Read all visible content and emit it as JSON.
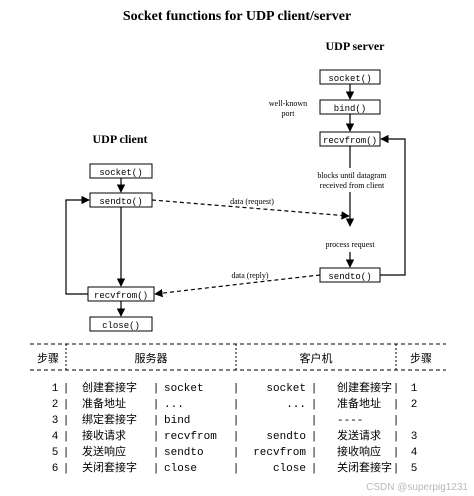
{
  "diagram": {
    "title": "Socket functions for UDP client/server",
    "server": {
      "label": "UDP server",
      "socket": "socket()",
      "bind": "bind()",
      "recvfrom": "recvfrom()",
      "sendto": "sendto()",
      "wellknown_line1": "well-known",
      "wellknown_line2": "port",
      "blocks_line1": "blocks until datagram",
      "blocks_line2": "received from client",
      "process": "process request"
    },
    "client": {
      "label": "UDP client",
      "socket": "socket()",
      "sendto": "sendto()",
      "recvfrom": "recvfrom()",
      "close": "close()"
    },
    "request_label": "data (request)",
    "reply_label": "data (reply)"
  },
  "table": {
    "headers": [
      "步骤",
      "服务器",
      "客户机",
      "步骤"
    ],
    "rows": [
      {
        "step_l": "1",
        "srv_desc": "创建套接字",
        "srv_fn": "socket",
        "cli_fn": "socket",
        "cli_desc": "创建套接字",
        "step_r": "1"
      },
      {
        "step_l": "2",
        "srv_desc": "准备地址",
        "srv_fn": "...",
        "cli_fn": "...",
        "cli_desc": "准备地址",
        "step_r": "2"
      },
      {
        "step_l": "3",
        "srv_desc": "绑定套接字",
        "srv_fn": "bind",
        "cli_fn": "",
        "cli_desc": "----",
        "step_r": ""
      },
      {
        "step_l": "4",
        "srv_desc": "接收请求",
        "srv_fn": "recvfrom",
        "cli_fn": "sendto",
        "cli_desc": "发送请求",
        "step_r": "3"
      },
      {
        "step_l": "5",
        "srv_desc": "发送响应",
        "srv_fn": "sendto",
        "cli_fn": "recvfrom",
        "cli_desc": "接收响应",
        "step_r": "4"
      },
      {
        "step_l": "6",
        "srv_desc": "关闭套接字",
        "srv_fn": "close",
        "cli_fn": "close",
        "cli_desc": "关闭套接字",
        "step_r": "5"
      }
    ]
  },
  "watermark": "CSDN @superpig1231"
}
